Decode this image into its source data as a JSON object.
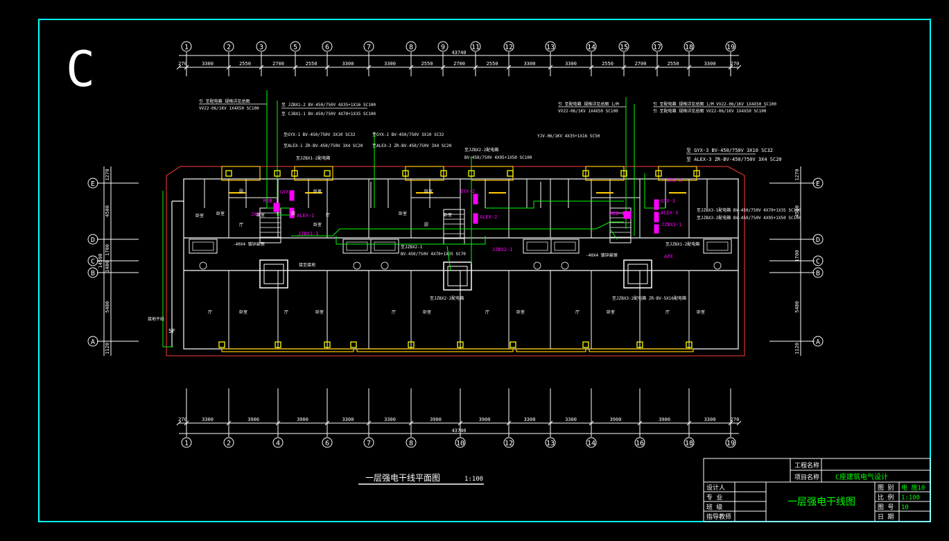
{
  "colors": {
    "background": "#000000",
    "frame": "#00ffff",
    "wall": "#ffffff",
    "column": "#ffff00",
    "outline": "#ff3b3b",
    "cable": "#00ff00",
    "device": "#ff00ff",
    "window": "#ffcc00",
    "text": "#ffffff"
  },
  "block_letter": "C",
  "axes": {
    "top_labels": [
      "1",
      "2",
      "3",
      "5",
      "6",
      "7",
      "8",
      "9",
      "11",
      "12",
      "13",
      "14",
      "15",
      "17",
      "18",
      "19"
    ],
    "bottom_labels": [
      "1",
      "2",
      "4",
      "6",
      "7",
      "8",
      "10",
      "12",
      "13",
      "14",
      "16",
      "18",
      "19"
    ],
    "left_labels": [
      "E",
      "D",
      "C",
      "B",
      "A"
    ],
    "right_labels": [
      "E",
      "D",
      "C",
      "B",
      "A"
    ],
    "top_dims": [
      "270",
      "3300",
      "2550",
      "2700",
      "2550",
      "3300",
      "3300",
      "2550",
      "2700",
      "2550",
      "3300",
      "3300",
      "2550",
      "2700",
      "2550",
      "3300",
      "270"
    ],
    "top_total": "43740",
    "bottom_dims": [
      "270",
      "3300",
      "3900",
      "3900",
      "3300",
      "3300",
      "3900",
      "3900",
      "3300",
      "3300",
      "3900",
      "3900",
      "3300",
      "270"
    ],
    "bottom_total": "43740",
    "left_dims": [
      "1270",
      "4500",
      "1700",
      "1400",
      "5400",
      "1120"
    ],
    "left_total": "14590",
    "right_dims": [
      "1270",
      "4500",
      "1700",
      "5400",
      "1120"
    ]
  },
  "cable_labels": {
    "top_left_1": "引 至配电箱  规格详见总图",
    "top_left_2": "VV22-06/1KV 1X4X50 SC100",
    "top_mid_1": "至 JZBX1-2  BV-450/750V 4X35+1X16 SC100",
    "top_mid_2": "至 CJBX1-1  BV-450/750V 4X70+1X35 SC100",
    "gyx1": "至GYX-1 BV-450/750V 3X10 SC32",
    "alex1": "至ALEX-1 ZR-BV-450/750V 3X4 SC20",
    "jzbx12_dest": "至JZBX1-2配电箱",
    "gyx2": "至GYX-2 BV-450/750V 3X10 SC32",
    "alex2": "至ALEX-2 ZR-BV-450/750V 3X4 SC20",
    "jzbx22_dest": "至JZBX2-2配电箱",
    "jzbx22_cable": "BV-450/750V 4X95+1X50 SC100",
    "yjv": "YJV-06/1KV 4X35+1X16 SC50",
    "top_right_1": "引 至配电箱  规格详见总图  1/M",
    "top_right_2": "VV22-06/1KV 1X4X50 SC100",
    "top_right_3": "引 至配电箱  规格详见总图  1/M  VV22-06/1KV 1X4X50 SC100",
    "top_right_4": "引 至配电箱  规格详见总图  VV22-06/1KV 1X4X50 SC100",
    "gyx3": "至 GYX-3  BV-450/750V 3X10 SC32",
    "alex3": "至 ALEX-3  ZR-BV-450/750V 3X4 SC20",
    "jzbx31": "至JZBX3-1配电箱 BV-450/750V 4X70+1X35 SC100",
    "jzbx32": "至JZBX3-2配电箱 BV-450/750V 4X95+1X50 SC100",
    "jzbx21_cable": "BV-450/750V 4X70+1X35 SC70",
    "jzbx21_dest": "至JZBX2-1",
    "jzbx1_mid": "至JZBX1-2配电箱",
    "jzbx2_bot": "至JZBX2-2配电箱",
    "bot_right": "至JZBX3-2配电箱 ZR-BV-5X16配电箱",
    "elev_left": "-40X4 镀锌扁钢",
    "elev_right": "-40X4 镀锌扁钢",
    "vert_left": "接地干线",
    "vert_left2": "接至接地",
    "fl": "5F"
  },
  "device_tags": {
    "meb1": "MEB-1",
    "jxg": "JXG",
    "jzbx11": "JZBX1-1",
    "gyx_1": "GYX-1",
    "alex_1": "ALEX-1",
    "gyx_2": "GYX-2",
    "alex_2": "ALEX-2",
    "jzbx21": "JZBX2-1",
    "meb2": "MEB-2",
    "apx": "APX",
    "gyx_3": "GYX-3",
    "alex_3": "ALEX-3",
    "jzbx31": "JZBX3-1",
    "jxg2": "JXG-2"
  },
  "room_labels": [
    "卧室",
    "厨",
    "卧室",
    "厅",
    "卧室",
    "卧室",
    "厨",
    "卧室",
    "厅",
    "卧室",
    "卧室",
    "厨",
    "卧室",
    "厅",
    "卧室",
    "厅",
    "卧室",
    "厅",
    "卧室",
    "厅",
    "卧室",
    "厅",
    "卧室",
    "厅",
    "卧室"
  ],
  "drawing_title": "一层强电干线平面图",
  "drawing_scale": "1:100",
  "title_block": {
    "project_name_label": "工程名称",
    "project_name_value": "",
    "item_name_label": "项目名称",
    "item_name_value": "C座建筑电气设计",
    "roles": [
      "设计人",
      "专 业",
      "班 级",
      "指导教师"
    ],
    "sheet_title": "一层强电干线图",
    "fields": [
      {
        "label": "图 别",
        "value": "电 施10"
      },
      {
        "label": "比 例",
        "value": "1:100"
      },
      {
        "label": "图 号",
        "value": "10"
      },
      {
        "label": "日 期",
        "value": ""
      }
    ]
  }
}
